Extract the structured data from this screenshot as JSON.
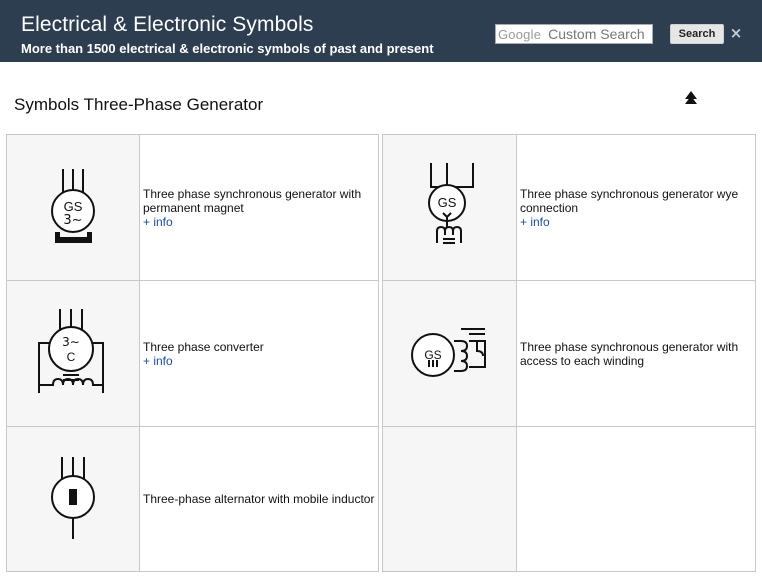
{
  "header": {
    "title": "Electrical & Electronic Symbols",
    "subtitle": "More than 1500 electrical & electronic symbols of past and present",
    "search_brand": "Google",
    "search_placeholder": "Custom Search",
    "search_button": "Search",
    "close_label": "×"
  },
  "page": {
    "title": "Symbols Three-Phase Generator"
  },
  "symbols": [
    {
      "description": "Three phase synchronous generator with permanent magnet",
      "info": "+ info",
      "symbol_text": [
        "GS",
        "3∼"
      ]
    },
    {
      "description": "Three phase synchronous generator wye connection",
      "info": "+ info",
      "symbol_text": [
        "GS"
      ]
    },
    {
      "description": "Three phase converter",
      "info": "+ info",
      "symbol_text": [
        "3∼",
        "C"
      ]
    },
    {
      "description": "Three phase synchronous generator with access to each winding",
      "symbol_text": [
        "GS"
      ]
    },
    {
      "description": "Three-phase alternator with mobile inductor"
    }
  ]
}
